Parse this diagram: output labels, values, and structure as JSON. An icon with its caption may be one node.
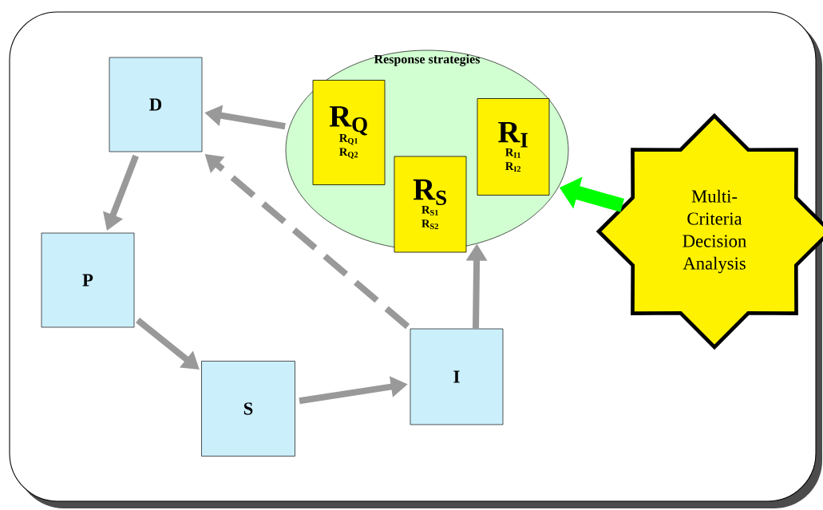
{
  "diagram": {
    "nodes": [
      {
        "text": [
          "D"
        ]
      },
      {
        "text": [
          "P"
        ]
      },
      {
        "text": [
          "S"
        ]
      },
      {
        "text": [
          "I"
        ]
      },
      {
        "text": [
          "Response strategies"
        ]
      },
      {
        "text": [
          "R$_{Q}$",
          "R$_{Q1}$",
          "R$_{Q2}$"
        ],
        "in": 4
      },
      {
        "text": [
          "R$_{S}$",
          "R$_{S1}$",
          "R$_{S2}$"
        ],
        "in": 4
      },
      {
        "text": [
          "R$_{I}$",
          "R$_{I1}$",
          "R$_{I2}$"
        ],
        "in": 4
      },
      {
        "text": [
          "Multi-Criteria Decision Analysis"
        ]
      }
    ],
    "edges": [
      {
        "from": 0,
        "to": 1,
        "arrow": "to"
      },
      {
        "from": 1,
        "to": 2,
        "arrow": "to"
      },
      {
        "from": 2,
        "to": 3,
        "arrow": "to"
      },
      {
        "from": 3,
        "to": 4,
        "arrow": "to"
      },
      {
        "from": 4,
        "to": 0,
        "arrow": "to"
      },
      {
        "from": 3,
        "to": 0,
        "arrow": "to",
        "style": "dashed"
      },
      {
        "from": 8,
        "to": 4,
        "arrow": "to",
        "style": "thick",
        "color": "#00ff00"
      }
    ]
  }
}
